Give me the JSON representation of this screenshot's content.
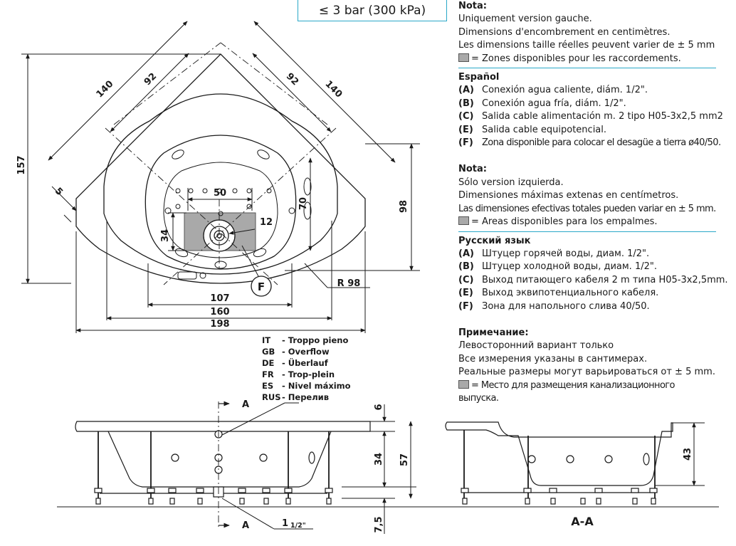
{
  "pressure_label": "≤ 3 bar (300 kPa)",
  "notes": {
    "fr": {
      "heading": "Nota:",
      "lines": [
        "Uniquement version gauche.",
        "Dimensions d'encombrement en centimètres.",
        "Les dimensions taille réelles peuvent varier de ± 5 mm"
      ],
      "swatch_text": "= Zones disponibles pour les raccordements."
    },
    "es": {
      "heading": "Español",
      "items": [
        {
          "code": "(A)",
          "text": "Conexión agua caliente, diám. 1/2\"."
        },
        {
          "code": "(B)",
          "text": "Conexión agua fría, diám. 1/2\"."
        },
        {
          "code": "(C)",
          "text": "Salida cable alimentación m. 2 tipo H05-3x2,5 mm2"
        },
        {
          "code": "(E)",
          "text": "Salida cable equipotencial."
        },
        {
          "code": "(F)",
          "text": "Zona disponible para colocar el desagüe a tierra ø40/50."
        }
      ]
    },
    "es_nota": {
      "heading": "Nota:",
      "lines": [
        "Sólo version izquierda.",
        "Dimensiones máximas extenas en centímetros.",
        "Las dimensiones efectivas totales pueden variar en ± 5 mm."
      ],
      "swatch_text": "= Areas disponibles para los empalmes."
    },
    "ru": {
      "heading": "Русский язык",
      "items": [
        {
          "code": "(A)",
          "text": "Штуцер горячей воды, диам. 1/2\"."
        },
        {
          "code": "(B)",
          "text": "Штуцер холодной воды, диам. 1/2\"."
        },
        {
          "code": "(C)",
          "text": "Выход питающего кабеля 2 m типа H05-3x2,5mm."
        },
        {
          "code": "(E)",
          "text": "Выход эквипотенциального кабеля."
        },
        {
          "code": "(F)",
          "text": "Зона для напольного слива 40/50."
        }
      ]
    },
    "ru_nota": {
      "heading": "Примечание:",
      "lines": [
        "Левосторонний вариант только",
        "Все измерения указаны в сантимерах.",
        "Реальные размеры могут варьироваться от ± 5 mm."
      ],
      "swatch_text": "= Место для размещения канализационного выпуска."
    }
  },
  "overflow_legend": [
    {
      "code": "IT",
      "text": "- Troppo pieno"
    },
    {
      "code": "GB",
      "text": "- Overflow"
    },
    {
      "code": "DE",
      "text": "- Überlauf"
    },
    {
      "code": "FR",
      "text": "- Trop-plein"
    },
    {
      "code": "ES",
      "text": "- Nivel máximo"
    },
    {
      "code": "RUS",
      "text": "- Перелив"
    }
  ],
  "plan_dims": {
    "d140_left": "140",
    "d92_left": "92",
    "d92_right": "92",
    "d140_right": "140",
    "d157": "157",
    "d5": "5",
    "d50": "50",
    "d70": "70",
    "d12": "12",
    "d34": "34",
    "d98": "98",
    "d107": "107",
    "d160": "160",
    "d198": "198",
    "r98": "R 98",
    "f_label": "F"
  },
  "section_dims": {
    "d6": "6",
    "d34": "34",
    "d57": "57",
    "d7_5": "7,5",
    "d43": "43",
    "pipe": "1",
    "pipe_frac": "1/2\"",
    "a_top": "A",
    "a_bottom": "A",
    "aa_label": "A-A"
  },
  "colors": {
    "accent": "#2aa8c8",
    "connection_zone": "#a9a9a9"
  }
}
